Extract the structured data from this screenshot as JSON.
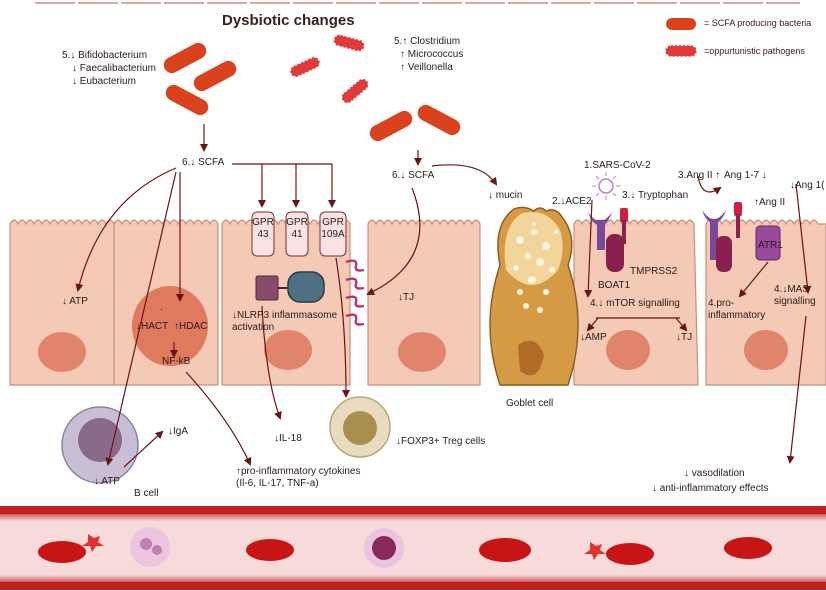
{
  "title": "Dysbiotic changes",
  "legend": {
    "scfa_bacteria": "= SCFA producing bacteria",
    "pathogens": "=oppurtunistic pathogens"
  },
  "labels": {
    "bifido": "5.↓ Bifidobacterium",
    "faecali": "↓ Faecalibacterium",
    "eubact": "↓ Eubacterium",
    "clostridium": "5.↑ Clostridium",
    "micrococcus": "↑ Micrococcus",
    "veillonella": "↑ Veillonella",
    "scfa_left": "6.↓ SCFA",
    "scfa_right": "6.↓ SCFA",
    "mucin": "↓ mucin",
    "atp_cell": "↓ ATP",
    "hact": "↓HACT",
    "hdac": "↑HDAC",
    "dot": ".",
    "nfkb": "NF-kB",
    "gpr43": "GPR\n43",
    "gpr41": "GPR\n41",
    "gpr109a": "GPR\n109A",
    "nlrp3": "↓NLRP3 inflammasome\nactivation",
    "tj_mid": "↓TJ",
    "goblet": "Goblet cell",
    "sars": "1.SARS-CoV-2",
    "ace2": "2.↓ACE2",
    "tryptophan": "3.↓ Tryptophan",
    "angii_up": "3.Ang II ↑",
    "ang17": "Ang 1-7 ↓",
    "ang_cut": "↓Ang 1(",
    "angii": "↑Ang II",
    "atr1": "ATR1",
    "boat1": "BOAT1",
    "tmprss2": "TMPRSS2",
    "mtor": "4.↓ mTOR signalling",
    "amp": "↓AMP",
    "tj_right": "↓TJ",
    "proinfl": "4.pro-\ninflammatory",
    "mas": "4.↓MAS\nsignalling",
    "iga": "↓IgA",
    "atp_b": "↓ ATP",
    "bcell": "B cell",
    "il18": "↓IL-18",
    "foxp3": "↓FOXP3+ Treg cells",
    "cytokines": "↑pro-inflammatory cytokines\n(Il-6, IL-17, TNF-a)",
    "vaso": "↓ vasodilation",
    "antiinfl": "↓ anti-inflammatory effects"
  },
  "colors": {
    "cell_fill": "#f4c9b5",
    "cell_stroke": "#c98f7a",
    "nucleus": "#e0846b",
    "arrow": "#6b1414",
    "bacteria": "#d9421c",
    "pathogen": "#e23a3a",
    "vessel": "#c41e1e",
    "goblet": "#c98a3c"
  }
}
